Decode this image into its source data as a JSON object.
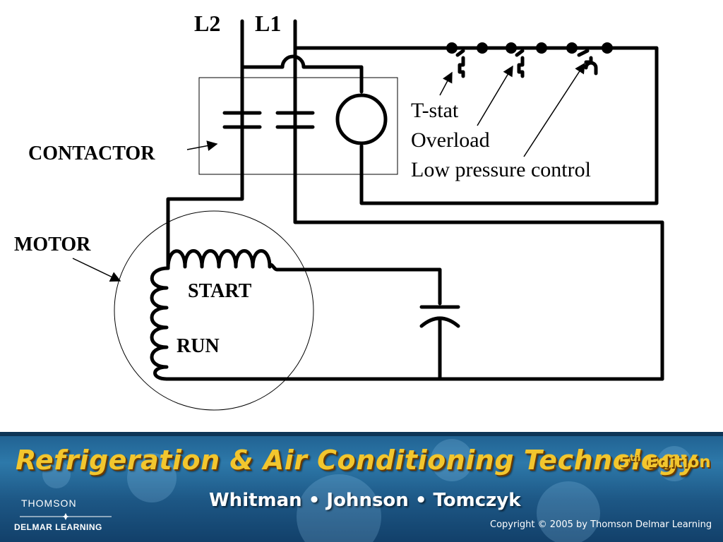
{
  "diagram": {
    "labels": {
      "l2": "L2",
      "l1": "L1",
      "tstat": "T-stat",
      "overload": "Overload",
      "low_pressure": "Low pressure control",
      "contactor": "CONTACTOR",
      "motor": "MOTOR",
      "start": "START",
      "run": "RUN"
    }
  },
  "banner": {
    "title": "Refrigeration  &  Air Conditioning  Technology",
    "edition_num": "5",
    "edition_sup": "th",
    "edition_word": " Edition",
    "authors": "Whitman • Johnson • Tomczyk",
    "publisher_line1": "THOMSON",
    "publisher_line2": "DELMAR LEARNING",
    "copyright": "Copyright © 2005 by Thomson Delmar Learning"
  },
  "colors": {
    "wire": "#000000",
    "banner_blue": "#1f5f8f",
    "banner_title": "#f2c62e"
  }
}
